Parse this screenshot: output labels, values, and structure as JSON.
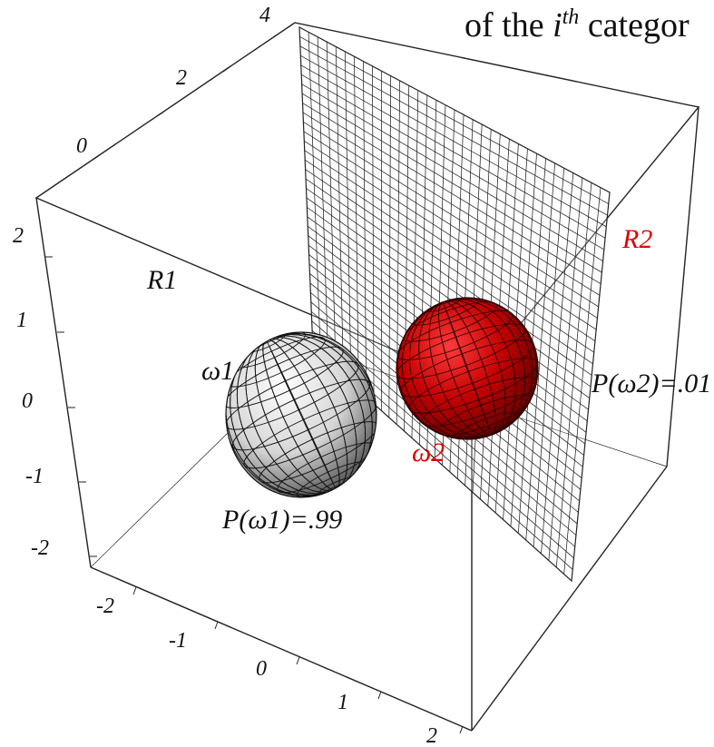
{
  "caption": {
    "prefix": "of the ",
    "italic": "i",
    "superscript": "th",
    "suffix": " categor"
  },
  "regions": {
    "r1": "R1",
    "r2": "R2"
  },
  "categories": {
    "w1": {
      "label": "ω1",
      "prob_label": "P(ω1)=.99",
      "color": "#f2f2f2"
    },
    "w2": {
      "label": "ω2",
      "prob_label": "P(ω2)=.01",
      "color": "#d40000"
    }
  },
  "axes": {
    "top_depth_ticks": [
      "4",
      "2",
      "0"
    ],
    "vertical_ticks": [
      "2",
      "1",
      "0",
      "-1",
      "-2"
    ],
    "bottom_ticks": [
      "-2",
      "-1",
      "0",
      "1",
      "2"
    ]
  },
  "colors": {
    "region2_label": "#e00000",
    "mesh": "#222222",
    "sphere1_fill": "#e8e8e8",
    "sphere2_fill": "#c80000"
  }
}
